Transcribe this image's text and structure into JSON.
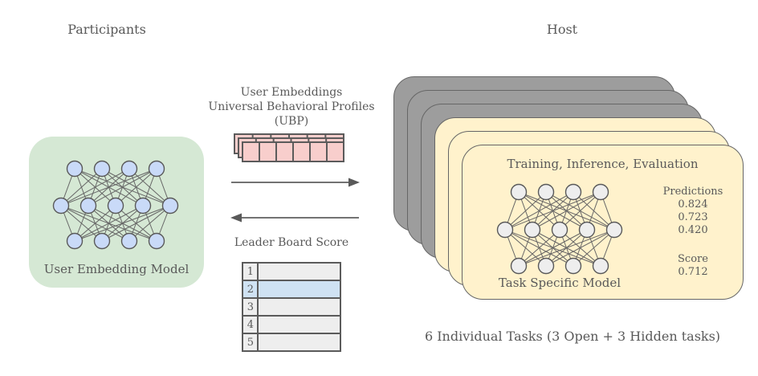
{
  "labels": {
    "participants": "Participants",
    "host": "Host",
    "tasks_caption": "6 Individual Tasks (3 Open + 3 Hidden tasks)"
  },
  "participant_panel": {
    "model_label": "User Embedding Model",
    "network_layers": [
      4,
      5,
      4
    ],
    "node_color": "#c9daf8",
    "fill": "#d5e8d4"
  },
  "ubp": {
    "lines": [
      "User Embeddings",
      "Universal Behavioral Profiles",
      "(UBP)"
    ],
    "cells": 6,
    "stack_layers": 3,
    "cell_color": "#f8cecc"
  },
  "leaderboard": {
    "title": "Leader Board Score",
    "ranks": [
      "1",
      "2",
      "3",
      "4",
      "5"
    ],
    "highlighted_rank": "2",
    "row_fill": "#eeeeee",
    "highlight_fill": "#cfe2f3"
  },
  "host_stack": {
    "gray_cards": 3,
    "yellow_cards": 3,
    "gray_fill": "#9d9d9d",
    "yellow_fill": "#fff2cc",
    "front_card": {
      "title": "Training, Inference, Evaluation",
      "model_label": "Task Specific Model",
      "predictions_label": "Predictions",
      "predictions": [
        "0.824",
        "0.723",
        "0.420"
      ],
      "score_label": "Score",
      "score_value": "0.712",
      "network_layers": [
        4,
        5,
        4
      ],
      "node_color": "#eeeeee"
    }
  }
}
